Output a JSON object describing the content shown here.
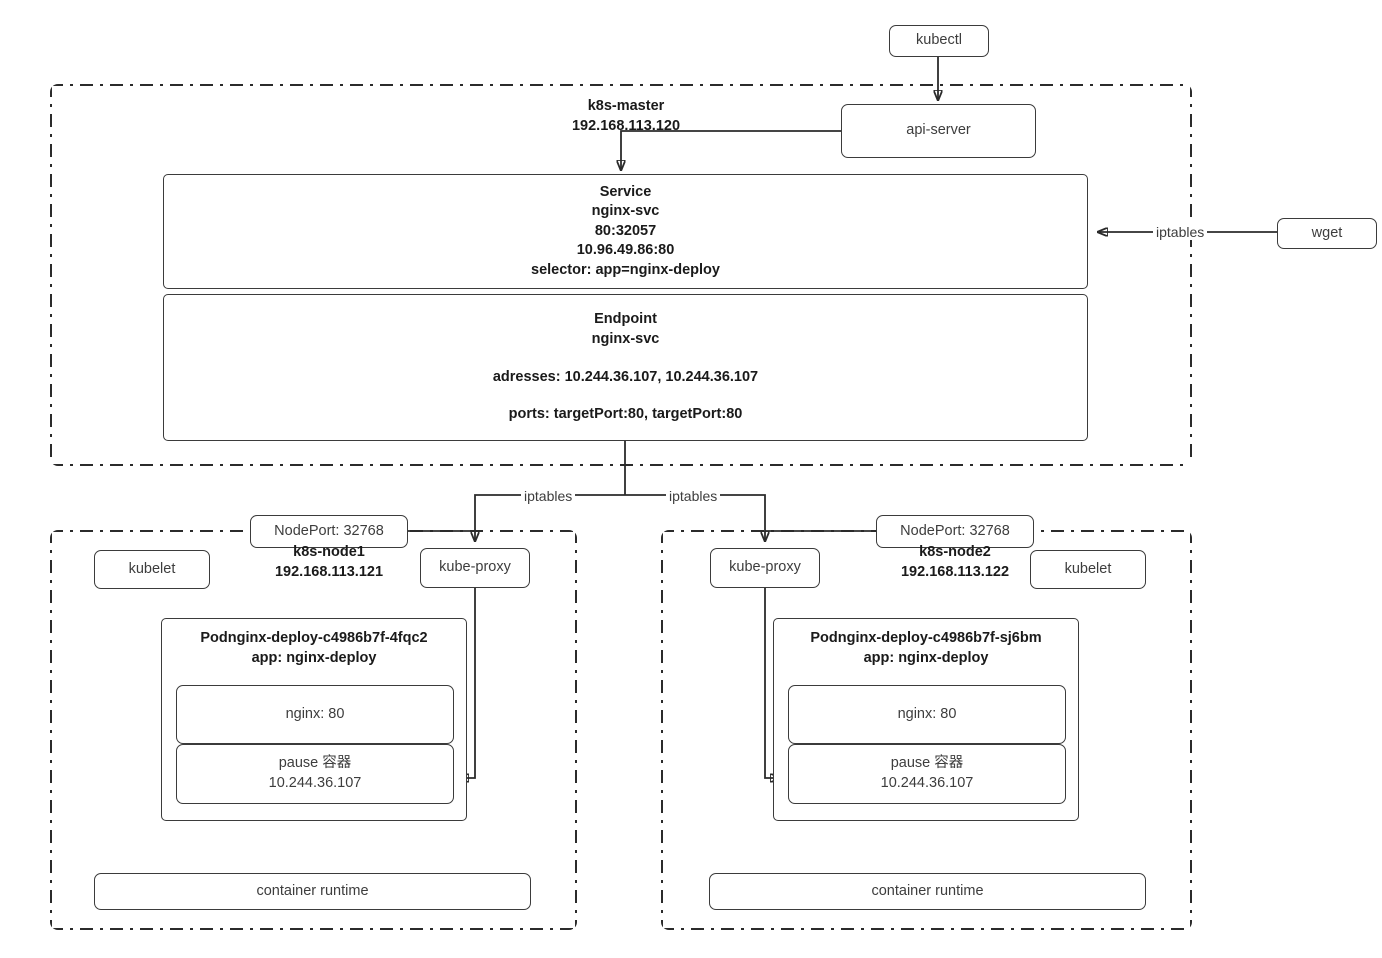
{
  "diagram": {
    "title": "Kubernetes NodePort Service traffic flow",
    "accent_color": "#2b2b2b",
    "background": "#ffffff"
  },
  "external": {
    "kubectl": "kubectl",
    "wget": "wget",
    "wget_edge_label": "iptables"
  },
  "master": {
    "name": "k8s-master",
    "ip": "192.168.113.120",
    "api_server": "api-server",
    "service": {
      "kind": "Service",
      "name": "nginx-svc",
      "ports": "80:32057",
      "cluster_ip": "10.96.49.86:80",
      "selector": "selector: app=nginx-deploy"
    },
    "endpoint": {
      "kind": "Endpoint",
      "name": "nginx-svc",
      "addresses": "adresses: 10.244.36.107, 10.244.36.107",
      "ports": "ports: targetPort:80, targetPort:80"
    }
  },
  "edges": {
    "iptables_left": "iptables",
    "iptables_right": "iptables"
  },
  "nodes": [
    {
      "name": "k8s-node1",
      "ip": "192.168.113.121",
      "nodeport": "NodePort: 32768",
      "kubelet": "kubelet",
      "kube_proxy": "kube-proxy",
      "container_runtime": "container runtime",
      "pod": {
        "title": "Podnginx-deploy-c4986b7f-4fqc2",
        "app": "app: nginx-deploy",
        "containers": [
          {
            "label": "nginx: 80"
          }
        ],
        "pause": {
          "label": "pause 容器",
          "ip": "10.244.36.107"
        }
      }
    },
    {
      "name": "k8s-node2",
      "ip": "192.168.113.122",
      "nodeport": "NodePort: 32768",
      "kubelet": "kubelet",
      "kube_proxy": "kube-proxy",
      "container_runtime": "container runtime",
      "pod": {
        "title": "Podnginx-deploy-c4986b7f-sj6bm",
        "app": "app: nginx-deploy",
        "containers": [
          {
            "label": "nginx: 80"
          }
        ],
        "pause": {
          "label": "pause 容器",
          "ip": "10.244.36.107"
        }
      }
    }
  ]
}
